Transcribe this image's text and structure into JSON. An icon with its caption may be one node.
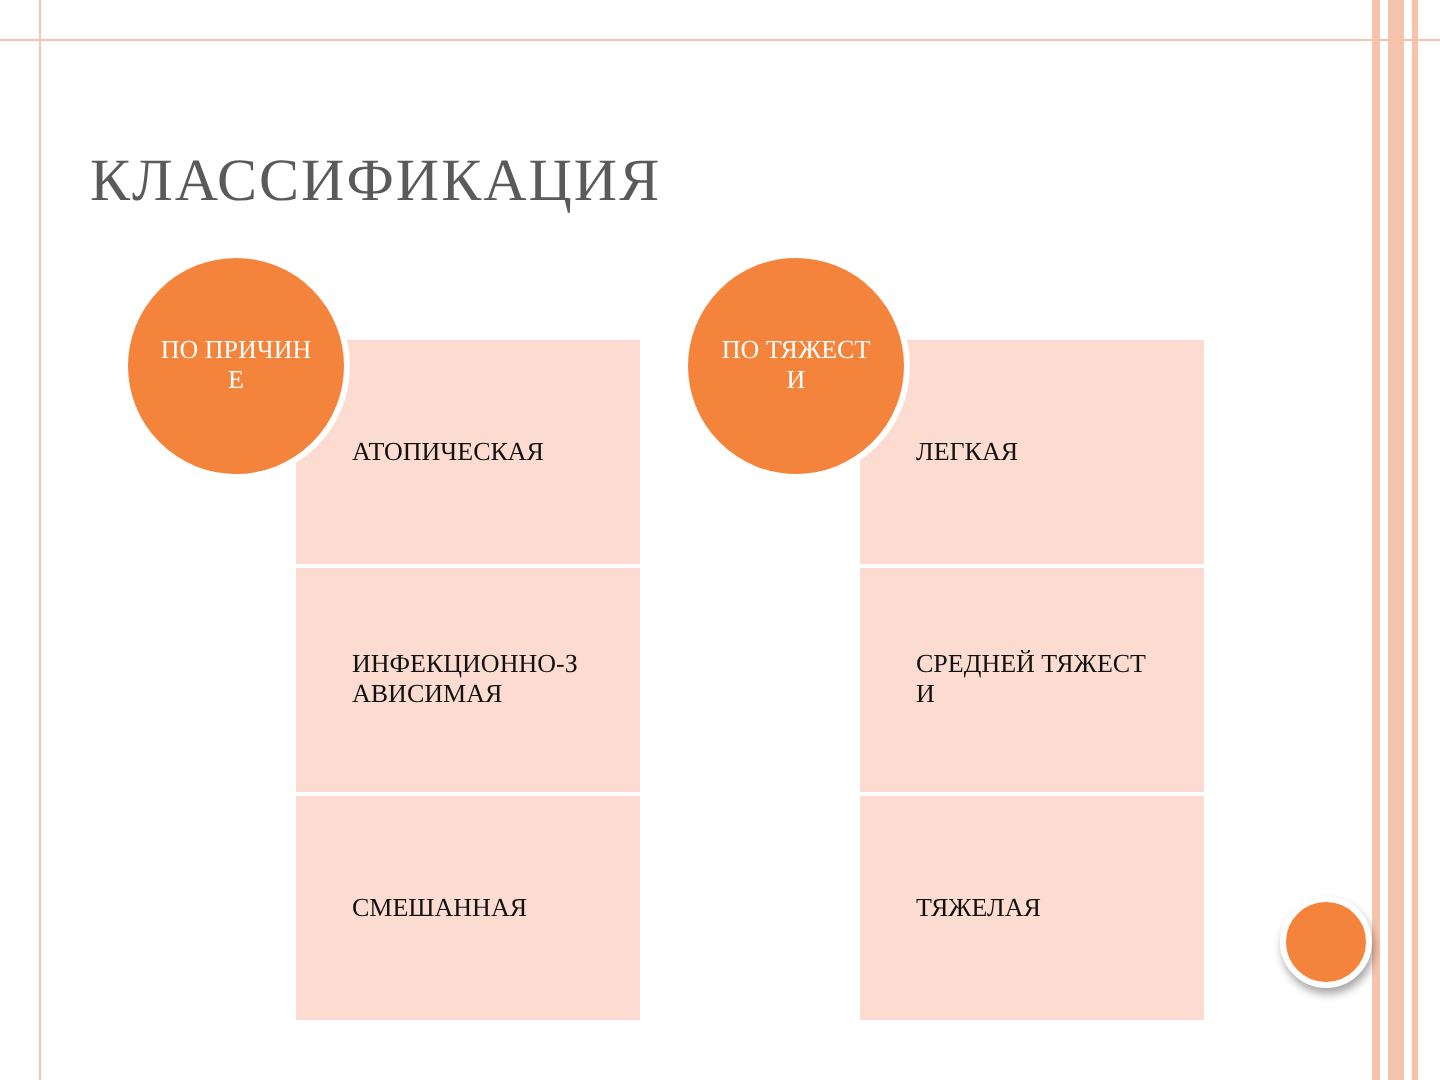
{
  "diagram": {
    "title": "КЛАССИФИКАЦИЯ",
    "nodes": [
      {
        "text": [
          "ПО ПРИЧИНЕ"
        ]
      },
      {
        "text": [
          "АТОПИЧЕСКАЯ"
        ]
      },
      {
        "text": [
          "ИНФЕКЦИОННО-ЗАВИСИМАЯ"
        ]
      },
      {
        "text": [
          "СМЕШАННАЯ"
        ]
      },
      {
        "text": [
          "ПО ТЯЖЕСТИ"
        ]
      },
      {
        "text": [
          "ЛЕГКАЯ"
        ]
      },
      {
        "text": [
          "СРЕДНЕЙ ТЯЖЕСТИ"
        ]
      },
      {
        "text": [
          "ТЯЖЕЛАЯ"
        ]
      },
      {
        "text": [],
        "shape": "circle"
      }
    ],
    "edges": []
  }
}
